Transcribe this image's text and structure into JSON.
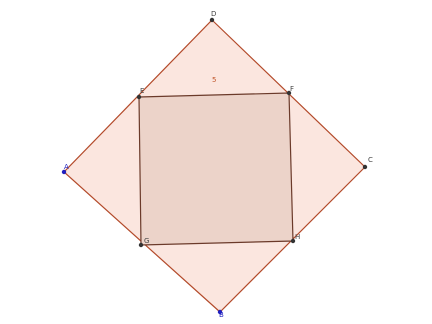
{
  "diagram": {
    "points": [
      {
        "id": "D",
        "label": "D"
      },
      {
        "id": "A",
        "label": "A"
      },
      {
        "id": "C",
        "label": "C"
      },
      {
        "id": "B",
        "label": "B"
      },
      {
        "id": "E",
        "label": "E"
      },
      {
        "id": "F",
        "label": "F"
      },
      {
        "id": "G",
        "label": "G"
      },
      {
        "id": "H",
        "label": "H"
      }
    ],
    "side_label": "5",
    "colors": {
      "outer_fill": "#fbe6df",
      "inner_fill": "#ecd3c9",
      "edge_outer": "#b34a2a",
      "edge_inner": "#6b3a2a",
      "point_dark": "#333333",
      "point_blue": "#2020c0",
      "label_orange": "#c0562b"
    }
  }
}
